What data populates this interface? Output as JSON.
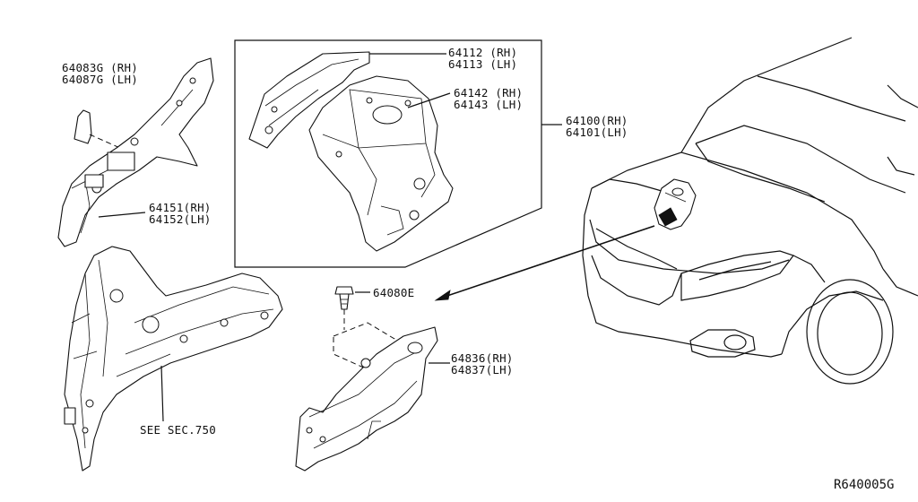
{
  "labels": {
    "p64083": [
      "64083G (RH)",
      "64087G (LH)"
    ],
    "p64151": [
      "64151(RH)",
      "64152(LH)"
    ],
    "p64112": [
      "64112 (RH)",
      "64113 (LH)"
    ],
    "p64142": [
      "64142 (RH)",
      "64143 (LH)"
    ],
    "p64100": [
      "64100(RH)",
      "64101(LH)"
    ],
    "p64080": [
      "64080E"
    ],
    "p64836": [
      "64836(RH)",
      "64837(LH)"
    ],
    "see_sec": [
      "SEE SEC.750"
    ]
  },
  "diagram_ref": "R640005G"
}
